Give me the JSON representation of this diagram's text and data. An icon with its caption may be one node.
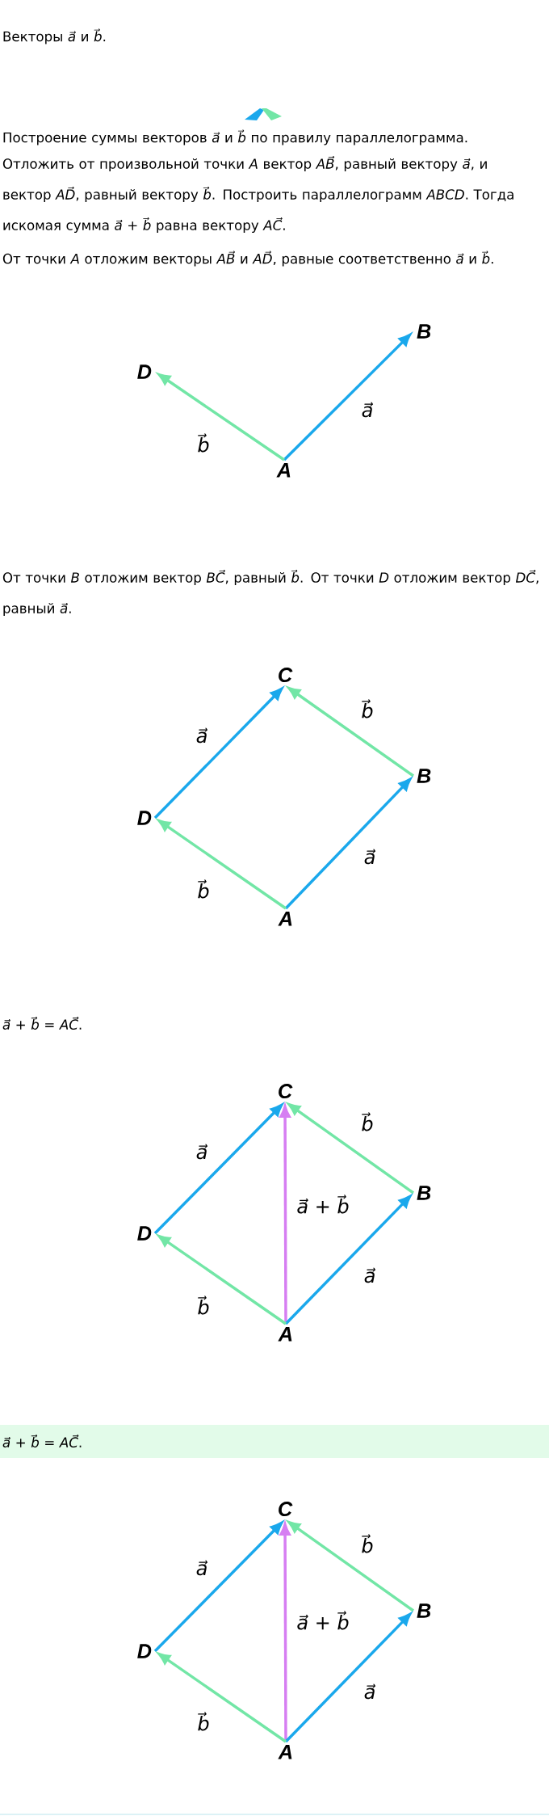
{
  "diagram": {
    "nodes": [
      {
        "text": [
          "B"
        ]
      },
      {
        "text": [
          "D"
        ]
      },
      {
        "text": [
          "A"
        ]
      },
      {
        "text": [
          "C"
        ]
      },
      {
        "text": [
          "B"
        ]
      },
      {
        "text": [
          "D"
        ]
      },
      {
        "text": [
          "A"
        ]
      },
      {
        "text": [
          "C"
        ]
      },
      {
        "text": [
          "B"
        ]
      },
      {
        "text": [
          "D"
        ]
      },
      {
        "text": [
          "A"
        ]
      },
      {
        "text": [
          "C"
        ]
      },
      {
        "text": [
          "B"
        ]
      },
      {
        "text": [
          "D"
        ]
      },
      {
        "text": [
          "A"
        ]
      }
    ],
    "edges": [
      {
        "from": 2,
        "to": 0,
        "arrow": "to",
        "label": "a⃗",
        "color": "#1aa8ec"
      },
      {
        "from": 2,
        "to": 1,
        "arrow": "to",
        "label": "b⃗",
        "color": "#72e6a6"
      },
      {
        "from": 5,
        "to": 3,
        "arrow": "to",
        "label": "a⃗",
        "color": "#1aa8ec"
      },
      {
        "from": 4,
        "to": 3,
        "arrow": "to",
        "label": "b⃗",
        "color": "#72e6a6"
      },
      {
        "from": 6,
        "to": 4,
        "arrow": "to",
        "label": "a⃗",
        "color": "#1aa8ec"
      },
      {
        "from": 6,
        "to": 5,
        "arrow": "to",
        "label": "b⃗",
        "color": "#72e6a6"
      },
      {
        "from": 9,
        "to": 7,
        "arrow": "to",
        "label": "a⃗",
        "color": "#1aa8ec"
      },
      {
        "from": 8,
        "to": 7,
        "arrow": "to",
        "label": "b⃗",
        "color": "#72e6a6"
      },
      {
        "from": 10,
        "to": 7,
        "arrow": "to",
        "label": "a⃗ + b⃗",
        "color": "#d67ef2"
      },
      {
        "from": 10,
        "to": 8,
        "arrow": "to",
        "label": "a⃗",
        "color": "#1aa8ec"
      },
      {
        "from": 10,
        "to": 9,
        "arrow": "to",
        "label": "b⃗",
        "color": "#72e6a6"
      },
      {
        "from": 13,
        "to": 11,
        "arrow": "to",
        "label": "a⃗",
        "color": "#1aa8ec"
      },
      {
        "from": 12,
        "to": 11,
        "arrow": "to",
        "label": "b⃗",
        "color": "#72e6a6"
      },
      {
        "from": 14,
        "to": 11,
        "arrow": "to",
        "label": "a⃗ + b⃗",
        "color": "#d67ef2"
      },
      {
        "from": 14,
        "to": 12,
        "arrow": "to",
        "label": "a⃗",
        "color": "#1aa8ec"
      },
      {
        "from": 14,
        "to": 13,
        "arrow": "to",
        "label": "b⃗",
        "color": "#72e6a6"
      }
    ],
    "labels": [
      "Векторы *a⃗* и *b⃗*.",
      "Построение суммы векторов *a⃗* и *b⃗* по правилу параллелограмма.",
      "Отложить от произвольной точки *A* вектор *AB⃗*, равный вектору *a⃗*, и вектор *AD⃗*, равный вектору *b⃗*. Построить параллелограмм *ABCD*. Тогда искомая сумма *a⃗* + *b⃗* равна вектору *AC⃗*.",
      "От точки *A* отложим векторы *AB⃗* и *AD⃗*, равные соответственно *a⃗* и *b⃗*.",
      "От точки *B* отложим вектор *BC⃗*, равный *b⃗*. От точки *D* отложим вектор *DC⃗*, равный *a⃗*.",
      "*a⃗* + *b⃗* = *AC⃗*.",
      "*a⃗* + *b⃗* = *AC⃗*."
    ]
  }
}
